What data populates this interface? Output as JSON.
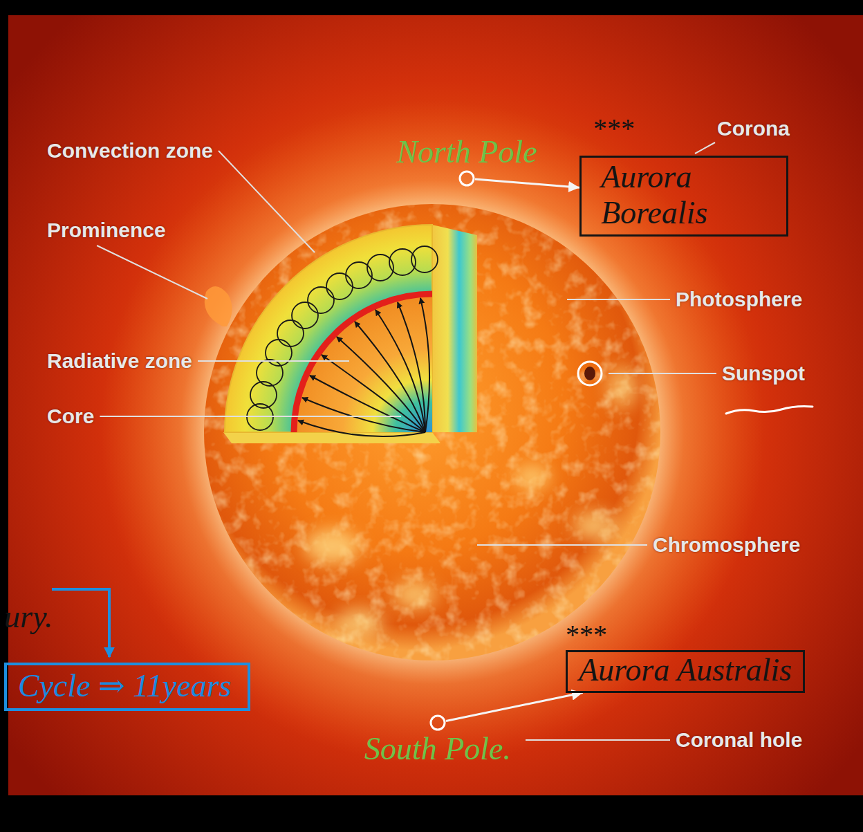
{
  "diagram": {
    "nodes": [
      {
        "text": [
          "North Pole"
        ]
      },
      {
        "text": [
          "Aurora Borealis"
        ]
      },
      {
        "text": [
          "South Pole."
        ]
      },
      {
        "text": [
          "Aurora Australis"
        ]
      },
      {
        "text": [
          "Cycle ⇒ 11years"
        ]
      }
    ],
    "edges": [
      {
        "from": 0,
        "to": 1,
        "arrow": "to"
      },
      {
        "from": 2,
        "to": 3,
        "arrow": "to"
      }
    ],
    "labels": [
      "Convection zone",
      "Prominence",
      "Radiative zone",
      "Core",
      "Corona",
      "Photosphere",
      "Sunspot",
      "Chromosphere",
      "Coronal hole",
      "***",
      "***",
      "ury."
    ]
  }
}
